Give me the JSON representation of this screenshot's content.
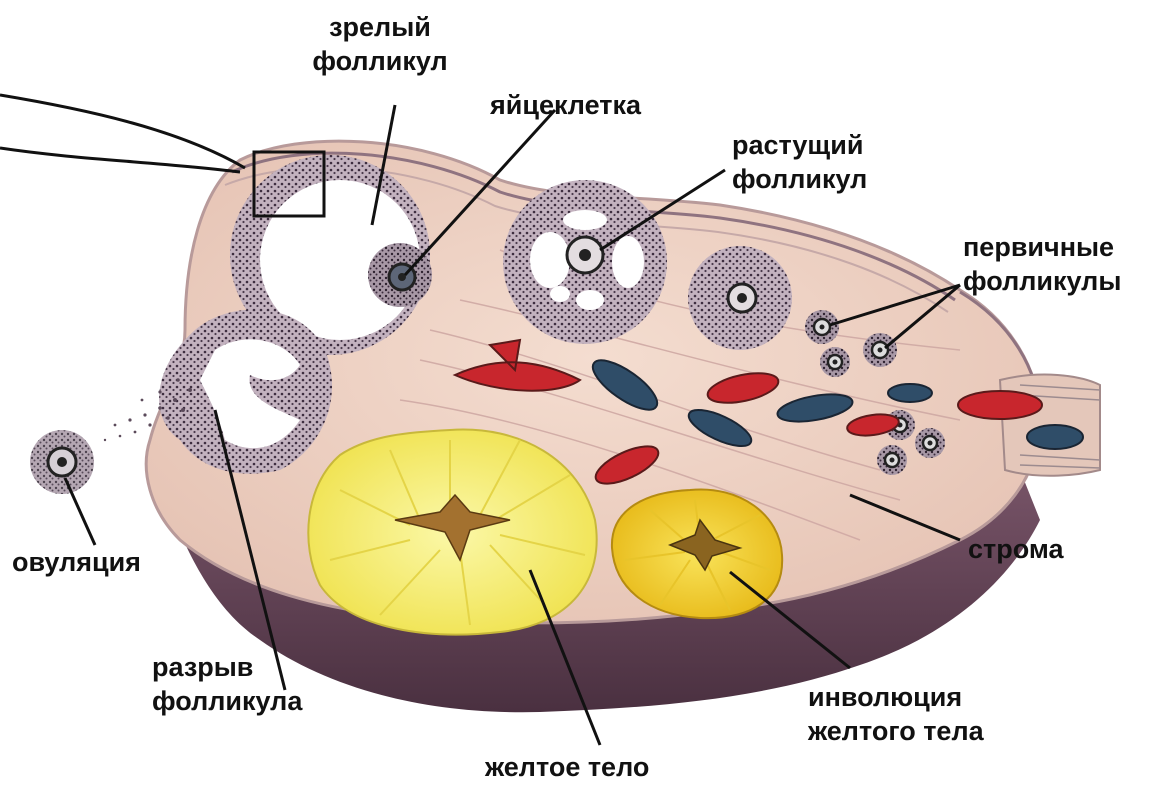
{
  "diagram": {
    "title_fragment": "",
    "labels": {
      "mature_follicle": [
        "зрелый",
        "фолликул"
      ],
      "oocyte": "яйцеклетка",
      "growing_follicle": [
        "растущий",
        "фолликул"
      ],
      "primary_follicles": [
        "первичные",
        "фолликулы"
      ],
      "stroma": "строма",
      "ovulation": "овуляция",
      "follicle_rupture": [
        "разрыв",
        "фолликула"
      ],
      "corpus_luteum": "желтое тело",
      "corpus_luteum_involution": [
        "инволюция",
        "желтого тела"
      ]
    },
    "colors": {
      "ovary_body": "#efd3c3",
      "ovary_shadow": "#6d4a5b",
      "follicle_ring": "#8a7a88",
      "corpus_luteum": "#f6f07a",
      "corpus_luteum_involuting": "#f3cf22",
      "vessel_red": "#c8262d",
      "vessel_blue": "#2f4d68",
      "label_text": "#111111",
      "title_red": "#c0282e"
    }
  }
}
